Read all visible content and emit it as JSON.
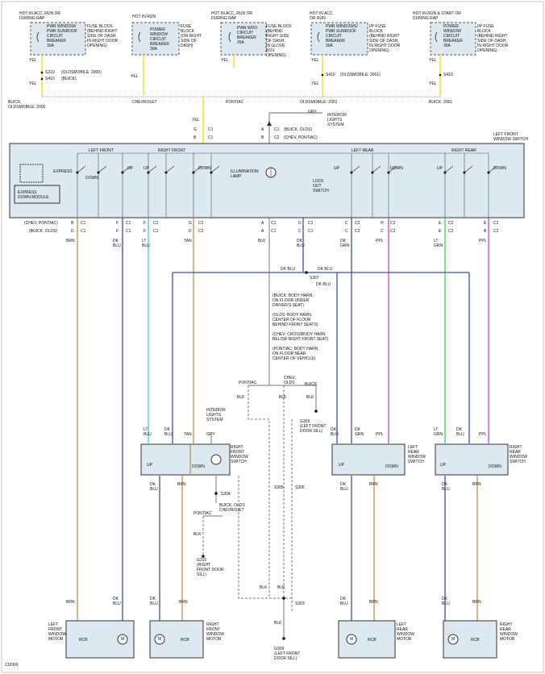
{
  "fuses": [
    {
      "hot": "HOT IN ACC, RUN OR\nDURING RAP",
      "label": "PWR WINDOW/\nPWR SUNROOF\nCIRCUIT\nBREAKER\n30A",
      "desc": "FUSE BLOCK\n(BEHIND RIGHT\nSIDE OF DASH,\nIN RIGHT DOOR\nOPENING)",
      "wire": "YEL",
      "splice1": "S210",
      "splice1_note": "(OLDSMOBILE: 2000)",
      "splice2": "S410",
      "splice2_note": "(BUICK)",
      "bottom": "BUICK,\nOLDSMOBILE: 2000"
    },
    {
      "hot": "HOT IN RUN",
      "label": "POWER\nWINDOW\nCIRCUIT\nBREAKER\n30A",
      "desc": "FUSE\nBLOCK\n(ON RIGHT\nSIDE OF\nDASH)",
      "wire": "YEL",
      "bottom": "CHEVROLET"
    },
    {
      "hot": "HOT IN ACC, RUN OR\nDURING RAP",
      "label": "PWR WDO\nCIRCUIT\nBREAKER\n25A",
      "desc": "FUSE BLOCK\n(BEHIND\nRIGHT SIDE\nOF DASH,\nIN GLOVE\nBOX\nOPENING)",
      "wire": "YEL",
      "bottom": "PONTIAC"
    },
    {
      "hot": "HOT IN ACC\nOR RUN",
      "label": "PWR WINDOWS/\nPWR SUNROOF\nCIRCUIT\nBREAKER\n30A",
      "desc": "I/P FUSE\nBLOCK\n(BEHIND RIGHT\nSIDE OF DASH,\nIN RIGHT DOOR\nOPENING)",
      "wire": "YEL",
      "splice1": "S410",
      "splice1_note": "(OLDSMOBILE: 2001)",
      "bottom": "OLDSMOBILE: 2001"
    },
    {
      "hot": "HOT IN RUN & START OR\nDURING RAP",
      "label": "POWER\nWINDOW\nCIRCUIT\nBREAKER\n30A",
      "desc": "I/P FUSE\nBLOCK\n(BEHIND RIGHT\nSIDE OF DASH,\nIN RIGHT DOOR\nOPENING)",
      "wire": "YEL",
      "splice1": "S410",
      "bottom": "BUICK: 2001"
    }
  ],
  "feed": {
    "wire": "YEL",
    "gry": "GRY",
    "interior_lights": "INTERIOR\nLIGHTS\nSYSTEM",
    "c1": "C1",
    "c2": "C2",
    "pin_g": "G",
    "pin_a": "A",
    "pin_b": "B",
    "note_buick_olds": "(BUICK, OLDS)",
    "note_chev_pontiac": "(CHEV, PONTIAC)"
  },
  "lf_switch": {
    "title": "LEFT FRONT\nWINDOW SWITCH",
    "left_front": "LEFT FRONT",
    "right_front": "RIGHT FRONT",
    "left_rear": "LEFT REAR",
    "right_rear": "RIGHT REAR",
    "express": "EXPRESS",
    "express_module": "EXPRESS\nDOWN MODULE",
    "up": "UP",
    "down": "DOWN",
    "illumination": "ILLUMINATION\nLAMP",
    "lockout": "LOCK\nOUT\nSWITCH",
    "variant_chev": "(CHEV, PONTIAC)",
    "variant_buick": "(BUICK, OLDS)",
    "pins_top": [
      "B",
      "C1",
      "F",
      "C1",
      "F",
      "C2",
      "G",
      "C2",
      "A",
      "C1",
      "D",
      "C1",
      "C",
      "C2",
      "H",
      "C2",
      "E",
      "C2",
      "E",
      "C2"
    ],
    "pins_bot": [
      "D",
      "C1",
      "F",
      "C1",
      "F",
      "C1",
      "D",
      "C2",
      "A",
      "C1",
      "C",
      "C1",
      "C",
      "C2",
      "C",
      "C2",
      "E",
      "C2",
      "B",
      "C2"
    ]
  },
  "wires": {
    "brn": "BRN",
    "dkblu": "DK\nBLU",
    "ltblu": "LT\nBLU",
    "tan": "TAN",
    "blk": "BLK",
    "dkgrn": "DK\nGRN",
    "ppl": "PPL",
    "ltgrn": "LT\nGRN",
    "dkblu_inline": "DK BLU"
  },
  "splice": {
    "id": "S307",
    "notes": "(BUICK: BODY HARN,\nON FLOOR UNDER\nDRIVER'S SEAT)\n\n(OLDS: BODY HARN,\nCENTER OF FLOOR\nBEHIND FRONT SEATS)\n\n(CHEV: CROSSBODY HARN\nBELOW RIGHT FRONT SEAT)\n\n(PONTIAC: BODY HARN,\nON FLOOR NEAR\nCENTER OF VEHICLE)"
  },
  "grounds": {
    "pontiac": "PONTIAC",
    "chev_olds": "CHEV,\nOLDS",
    "buick": "BUICK",
    "g309": "G309\n(LEFT FRONT\nDOOR SILL)",
    "g310": "G310\n(RIGHT\nFRONT DOOR\nSILL)",
    "g309b": "G309\n(LEFT FRONT\nDOOR SILL)",
    "s304": "S304",
    "s303": "S303",
    "s305": "S305",
    "s306": "S306",
    "buick_olds_chev": "BUICK, OLDS\nCHEVROLET"
  },
  "rf_switch": {
    "title": "RIGHT\nFRONT\nWINDOW\nSWITCH",
    "interior": "INTERIOR\nLIGHTS\nSYSTEM",
    "up": "UP",
    "down": "DOWN"
  },
  "lr_switch": {
    "title": "LEFT\nREAR\nWINDOW\nSWITCH",
    "up": "UP",
    "down": "DOWN"
  },
  "rr_switch": {
    "title": "RIGHT\nREAR\nWINDOW\nSWITCH",
    "up": "UP",
    "down": "DOWN"
  },
  "motors": [
    {
      "title": "LEFT\nFRONT\nWINDOW\nMOTOR",
      "rcb": "RCB",
      "m": "M"
    },
    {
      "title": "RIGHT\nFRONT\nWINDOW\nMOTOR",
      "rcb": "RCB",
      "m": "M"
    },
    {
      "title": "LEFT\nREAR\nWINDOW\nMOTOR",
      "rcb": "RCB",
      "m": "M"
    },
    {
      "title": "RIGHT\nREAR\nWINDOW\nMOTOR",
      "rcb": "RCB",
      "m": "M"
    }
  ],
  "figure_id": "132069",
  "colors": {
    "brn": "#b89548",
    "dkblu": "#3a4fb5",
    "ltblu": "#3ccde0",
    "tan": "#b89548",
    "blk": "#777777",
    "dkgrn": "#3a4fb5",
    "ppl": "#d23fd2",
    "ltgrn": "#3ccf4a",
    "yel": "#f2e23a",
    "box": "#dde9f1"
  }
}
